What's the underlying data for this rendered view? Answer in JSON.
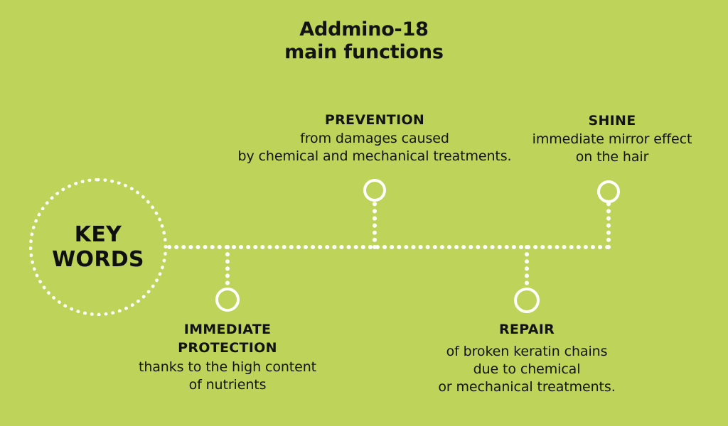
{
  "title": {
    "line1": "Addmino-18",
    "line2": "main functions"
  },
  "center_node": {
    "label_line1": "KEY",
    "label_line2": "WORDS"
  },
  "colors": {
    "background": "#bed359",
    "text": "#131313",
    "connector": "#ffffff"
  },
  "branches": [
    {
      "id": "prevention",
      "heading": "PREVENTION",
      "body_line1": "from damages caused",
      "body_line2": "by chemical and mechanical treatments.",
      "body_line3": ""
    },
    {
      "id": "shine",
      "heading": "SHINE",
      "body_line1": "immediate mirror effect",
      "body_line2": "on the hair",
      "body_line3": ""
    },
    {
      "id": "immediate-protection",
      "heading_line1": "IMMEDIATE",
      "heading_line2": "PROTECTION",
      "body_line1": "thanks to the high content",
      "body_line2": "of nutrients",
      "body_line3": ""
    },
    {
      "id": "repair",
      "heading": "REPAIR",
      "body_line1": "of broken keratin chains",
      "body_line2": "due to chemical",
      "body_line3": "or mechanical treatments."
    }
  ]
}
